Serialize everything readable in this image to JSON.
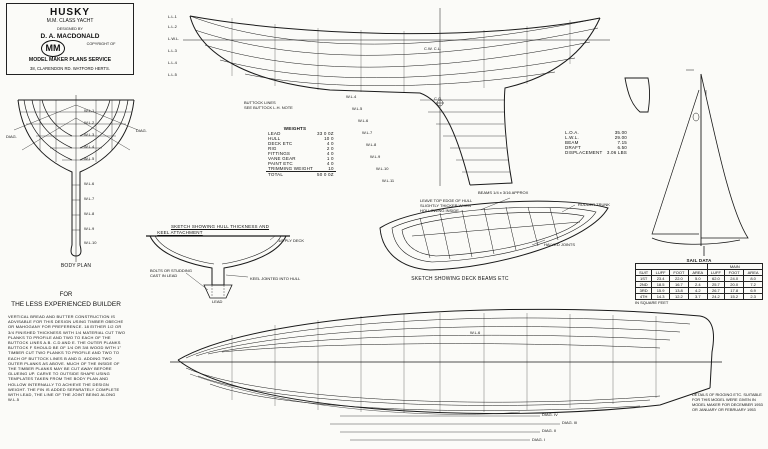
{
  "title_block": {
    "name": "HUSKY",
    "class": "M.M. CLASS YACHT",
    "designed_by": "DESIGNED BY",
    "designer": "D. A. MACDONALD",
    "logo": "MM",
    "copyright": "COPYRIGHT OF",
    "publisher": "MODEL MAKER PLANS SERVICE",
    "address": "38, CLARENDON RD. WATFORD HERTS."
  },
  "body_plan": {
    "title": "BODY PLAN",
    "labels": [
      "W.L.1",
      "W.L.2",
      "W.L.3",
      "W.L.4",
      "W.L.5",
      "W.L.6",
      "W.L.7",
      "W.L.8",
      "W.L.9",
      "W.L.10"
    ],
    "diag_left": "DIAG.",
    "diag_right": "DIAG."
  },
  "profile": {
    "lwl_label": "L.W.L.",
    "cw_cl": "C.W. C.L.",
    "cg": "C.G.",
    "buttock_note": [
      "BUTTOCK LINES",
      "SEE BUTTOCK L.H. NOTE"
    ],
    "left_labels": [
      "L.L.1",
      "L.L.2",
      "L.L.3",
      "L.L.4",
      "L.L.5"
    ],
    "wl_labels": [
      "W.L.4",
      "W.L.5",
      "W.L.6",
      "W.L.7",
      "W.L.8",
      "W.L.9",
      "W.L.10",
      "W.L.11"
    ]
  },
  "weights": {
    "title": "WEIGHTS",
    "rows": [
      {
        "item": "LEAD",
        "value": "33 0 0Z"
      },
      {
        "item": "HULL",
        "value": "10 0"
      },
      {
        "item": "DECK ETC",
        "value": "4 0"
      },
      {
        "item": "RIG",
        "value": "2 0"
      },
      {
        "item": "FITTINGS",
        "value": "4 0"
      },
      {
        "item": "VANE GEAR",
        "value": "1 0"
      },
      {
        "item": "PAINT ETC",
        "value": "4 0"
      },
      {
        "item": "TRIMMING WEIGHT",
        "value": "10"
      },
      {
        "item": "TOTAL",
        "value": "50  0 0Z"
      }
    ]
  },
  "dimensions": [
    {
      "label": "L.O.A.",
      "value": "35.00"
    },
    {
      "label": "L.W.L.",
      "value": "29.00"
    },
    {
      "label": "BEAM",
      "value": "7.15"
    },
    {
      "label": "DRAFT",
      "value": "6.50"
    },
    {
      "label": "DISPLACEMENT",
      "value": "3.06 LBS"
    }
  ],
  "sketch_hull": {
    "title1": "SKETCH SHOWING HULL THICKNESS AND",
    "title2": "KEEL ATTACHMENT",
    "ply_deck": "1/8 PLY DECK",
    "bolts": [
      "BOLTS OR STUDDING",
      "CAST IN LEAD"
    ],
    "keel_joint": "KEEL JOINTED INTO HULL",
    "lead": "LEAD"
  },
  "sketch_deck": {
    "beams": "BEAMS 1/4 x 3/16 APPROX",
    "leave_note": [
      "LEAVE TOP EDGE OF HULL",
      "SLIGHTLY THICKER WHEN",
      "HOLLOWING INSIDE"
    ],
    "rudder_trunk": "RUDDER TRUNK",
    "halved_joints": "HALVED JOINTS",
    "main_title": "SKETCH SHOWING DECK BEAMS ETC"
  },
  "half_breadth": {
    "wl_label": "W.L.6",
    "diagonals": [
      "DIAG. IV",
      "DIAG. III",
      "DIAG. II",
      "DIAG. I"
    ]
  },
  "for_section": {
    "title": "FOR",
    "subtitle": "THE LESS EXPERIENCED BUILDER",
    "text": "VERTICAL BREAD AND BUTTER CONSTRUCTION IS ADVISABLE FOR THIS DESIGN USING TIMBER OBECHE OR MAHOGANY FOR PREFERENCE. 18 EITHER 1/2 OR 3/4 FINISHED THICKNESS WITH 1/4 MATERIAL CUT TWO PLANKS TO PROFILE AND TWO TO EACH OF THE BUTTOCK LINES A.B. C.D AND E. THE OUTER PLANKS BUTTOCK F SHOULD BE OF 1/4 OR 3/8 WOOD WITH 1\" TIMBER CUT TWO PLANKS TO PROFILE AND TWO TO EACH OF BUTTOCK LINES B AND D. ADDING TWO OUTER PLANKS AS ABOVE. MUCH OF THE INSIDE OF THE TIMBER PLANKS MAY BE CUT AWAY BEFORE GLUEING UP. CARVE TO OUTSIDE SHAPE USING TEMPLATES TAKEN FROM THE BODY PLAN AND HOLLOW INTERNALLY TO ACHIEVE THE DESIGN WEIGHT. THE FIN IS ADDED SEPARATELY COMPLETE WITH LEAD, THE LINE OF THE JOINT BEING ALONG W.L.5"
  },
  "sail_data": {
    "title": "SAIL DATA",
    "header": [
      "SUIT",
      "LUFF",
      "FOOT",
      "AREA",
      "LUFF",
      "FOOT",
      "AREA"
    ],
    "group_header": "MAIN",
    "rows": [
      [
        "1ST",
        "23.4",
        "22.0",
        "5.0",
        "62.0",
        "24.0",
        "8.0"
      ],
      [
        "2ND",
        "18.5",
        "16.7",
        "2.4",
        "25.7",
        "20.0",
        "7.2"
      ],
      [
        "3RD",
        "15.9",
        "13.8",
        "4.2",
        "26.7",
        "17.8",
        "6.9"
      ],
      [
        "4TH",
        "14.3",
        "12.2",
        "3.7",
        "24.2",
        "15.2",
        "2.3"
      ]
    ],
    "footnote": "IN SQUARE FEET"
  },
  "rig_note": "DETAILS OF RIGGING ETC. SUITABLE FOR THIS MODEL WERE GIVEN IN MODEL MAKER FOR DECEMBER 1953 OR JANUARY OR FEBRUARY 1953"
}
